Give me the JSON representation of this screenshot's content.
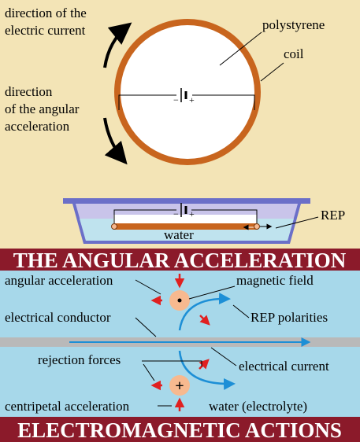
{
  "top": {
    "label_current": [
      "direction of the",
      "electric current"
    ],
    "label_angular": [
      "direction",
      "of the angular",
      "acceleration"
    ],
    "label_polystyrene": "polystyrene",
    "label_coil": "coil",
    "label_rep": "REP",
    "label_water": "water",
    "battery_minus": "−",
    "battery_plus": "+"
  },
  "banners": {
    "top_title": "THE ANGULAR ACCELERATION",
    "bottom_title": "ELECTROMAGNETIC ACTIONS"
  },
  "bottom": {
    "angular_acceleration": "angular acceleration",
    "magnetic_field": "magnetic field",
    "electrical_conductor": "electrical conductor",
    "rep_polarities": "REP polarities",
    "rejection_forces": "rejection forces",
    "electrical_current": "electrical current",
    "centripetal_acceleration": "centripetal acceleration",
    "water_electrolyte": "water (electrolyte)",
    "plus_sign": "+"
  },
  "colors": {
    "background": "#f3e4b6",
    "coil": "#c8651e",
    "banner": "#8b1a2a",
    "water": "#bfe3ee",
    "lower_panel": "#a7d8ea",
    "basin": "#6b6fc8",
    "arrow_red": "#e02020",
    "arrow_blue": "#1d8fd6",
    "conductor": "#b9b9b9",
    "particle": "#f7b98f"
  }
}
